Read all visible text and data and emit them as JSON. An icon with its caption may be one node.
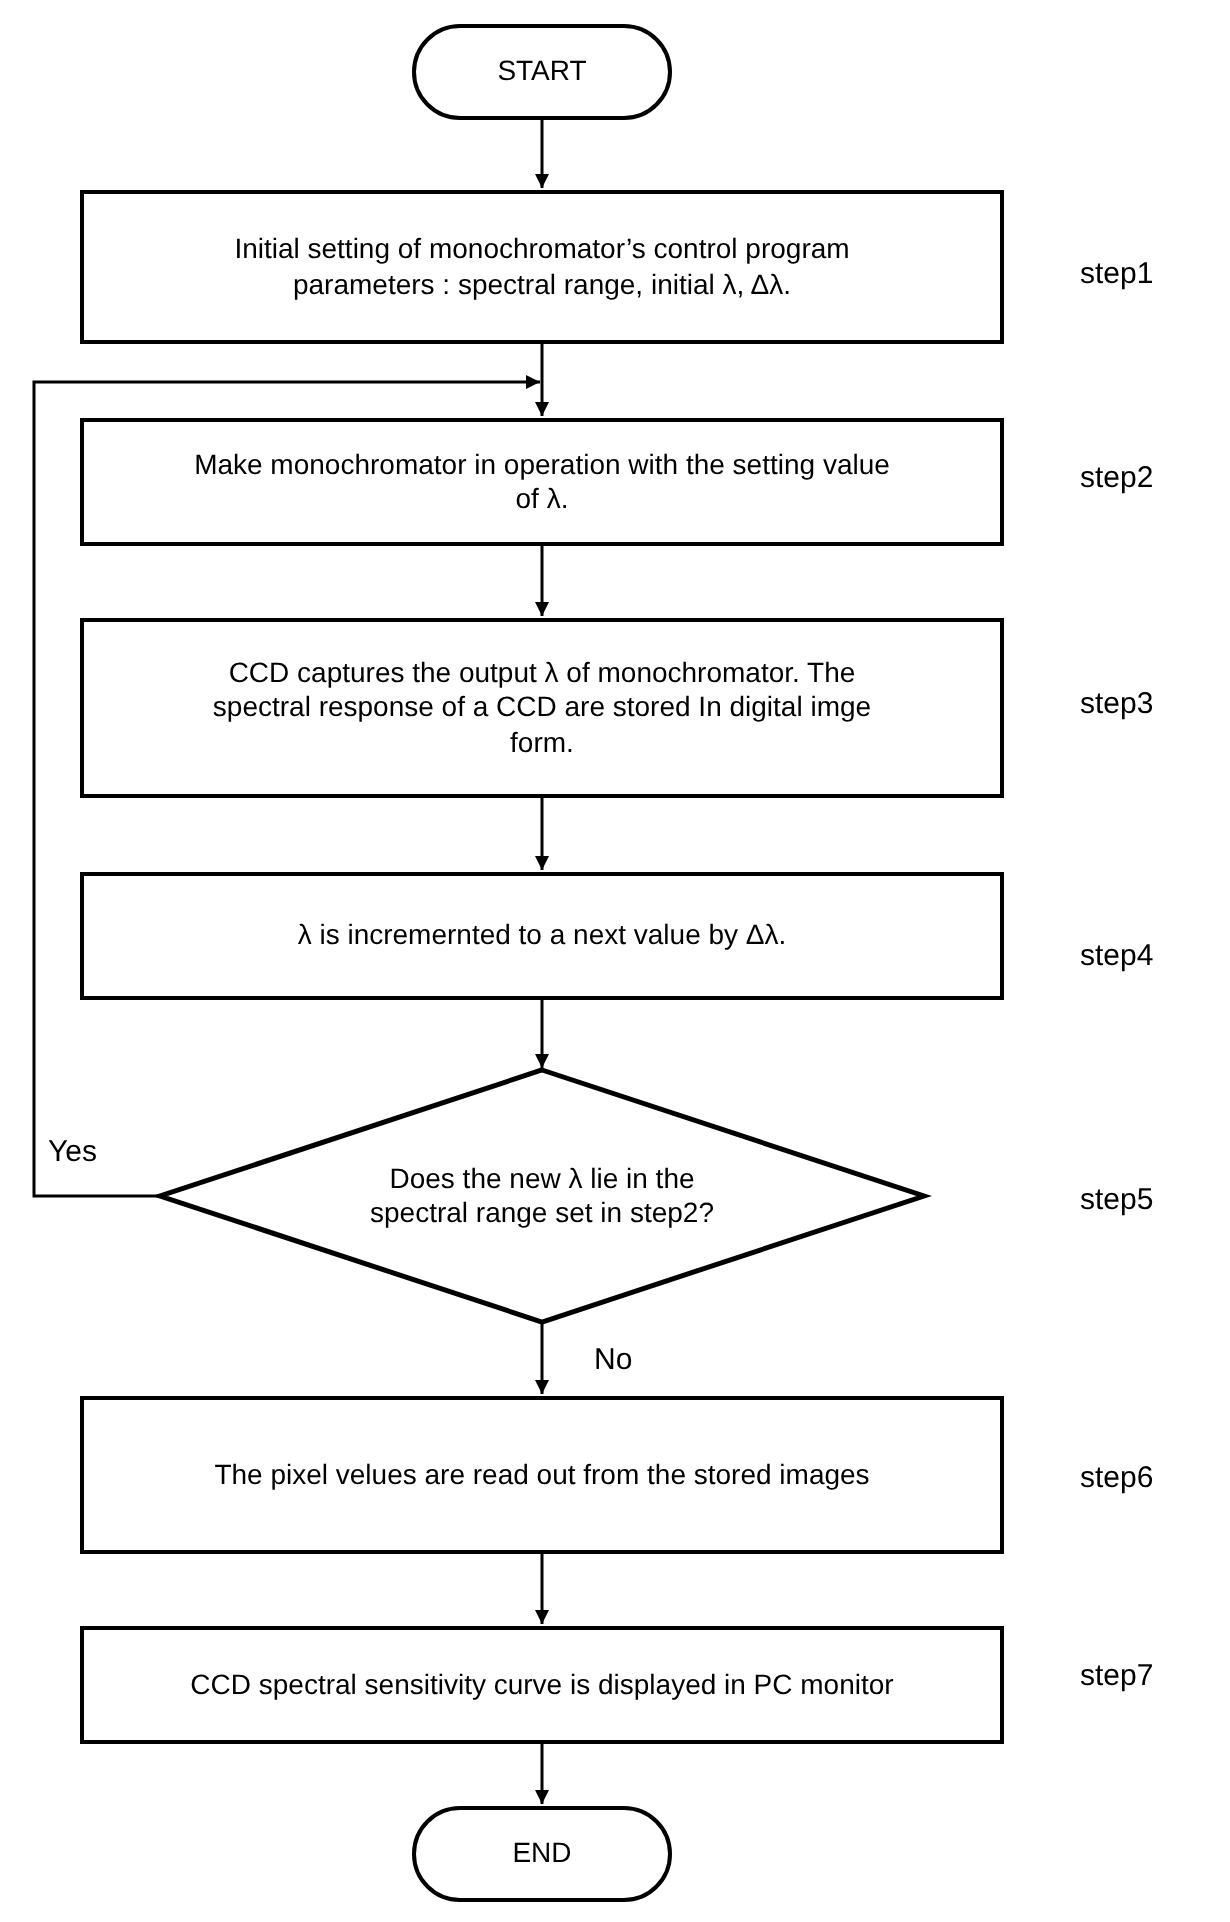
{
  "diagram": {
    "nodes": [
      {
        "text": [
          "START"
        ]
      },
      {
        "text": [
          "Initial setting of monochromator’s control program parameters : spectral range, initial λ, Δλ."
        ]
      },
      {
        "text": [
          "Make monochromator in operation with the setting value of λ."
        ]
      },
      {
        "text": [
          "CCD captures the output λ of monochromator. The spectral response of a CCD are stored In digital imge form."
        ]
      },
      {
        "text": [
          "λ is incremernted to a next value by Δλ."
        ]
      },
      {
        "text": [
          "Does the new λ lie in the spectral range set in step2?"
        ]
      },
      {
        "text": [
          "The pixel velues are read out from the stored images"
        ]
      },
      {
        "text": [
          "CCD spectral sensitivity curve is displayed in PC monitor"
        ]
      },
      {
        "text": [
          "END"
        ]
      }
    ],
    "edges": [
      {
        "from": 0,
        "to": 1,
        "arrow": "to"
      },
      {
        "from": 1,
        "to": 2,
        "arrow": "to"
      },
      {
        "from": 2,
        "to": 3,
        "arrow": "to"
      },
      {
        "from": 3,
        "to": 4,
        "arrow": "to"
      },
      {
        "from": 4,
        "to": 5,
        "arrow": "to"
      },
      {
        "from": 5,
        "to": 2,
        "arrow": "to",
        "label": "Yes"
      },
      {
        "from": 5,
        "to": 6,
        "arrow": "to",
        "label": "No"
      },
      {
        "from": 6,
        "to": 7,
        "arrow": "to"
      },
      {
        "from": 7,
        "to": 8,
        "arrow": "to"
      }
    ],
    "labels": [
      "step1",
      "step2",
      "step3",
      "step4",
      "step5",
      "step6",
      "step7"
    ]
  }
}
